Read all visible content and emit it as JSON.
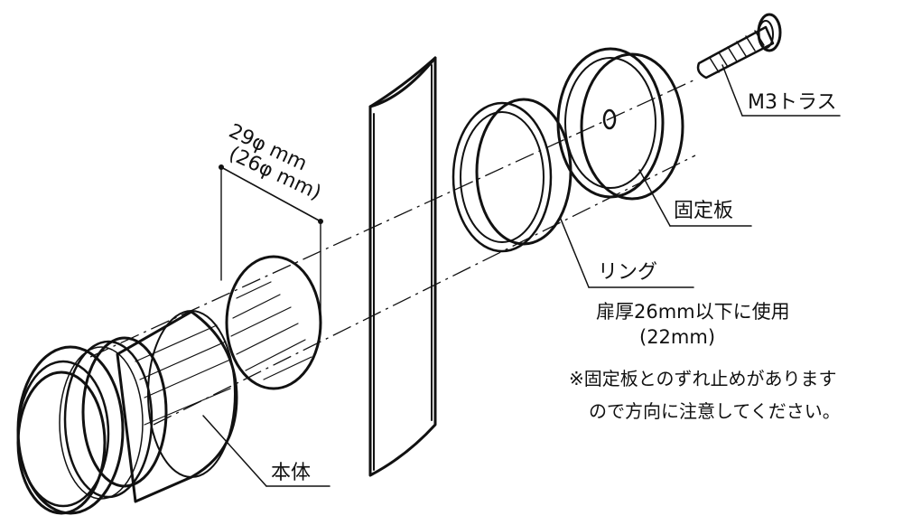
{
  "labels": {
    "screw": "M3トラス",
    "plate": "固定板",
    "ring": "リング",
    "body": "本体",
    "hole_dia_1": "29φ mm",
    "hole_dia_2": "(26φ mm)",
    "thickness_1": "扉厚26mm以下に使用",
    "thickness_2": "(22mm)",
    "note_1": "※固定板とのずれ止めがあります",
    "note_2": "ので方向に注意してください。"
  },
  "colors": {
    "ink": "#111111",
    "paper": "#ffffff"
  }
}
